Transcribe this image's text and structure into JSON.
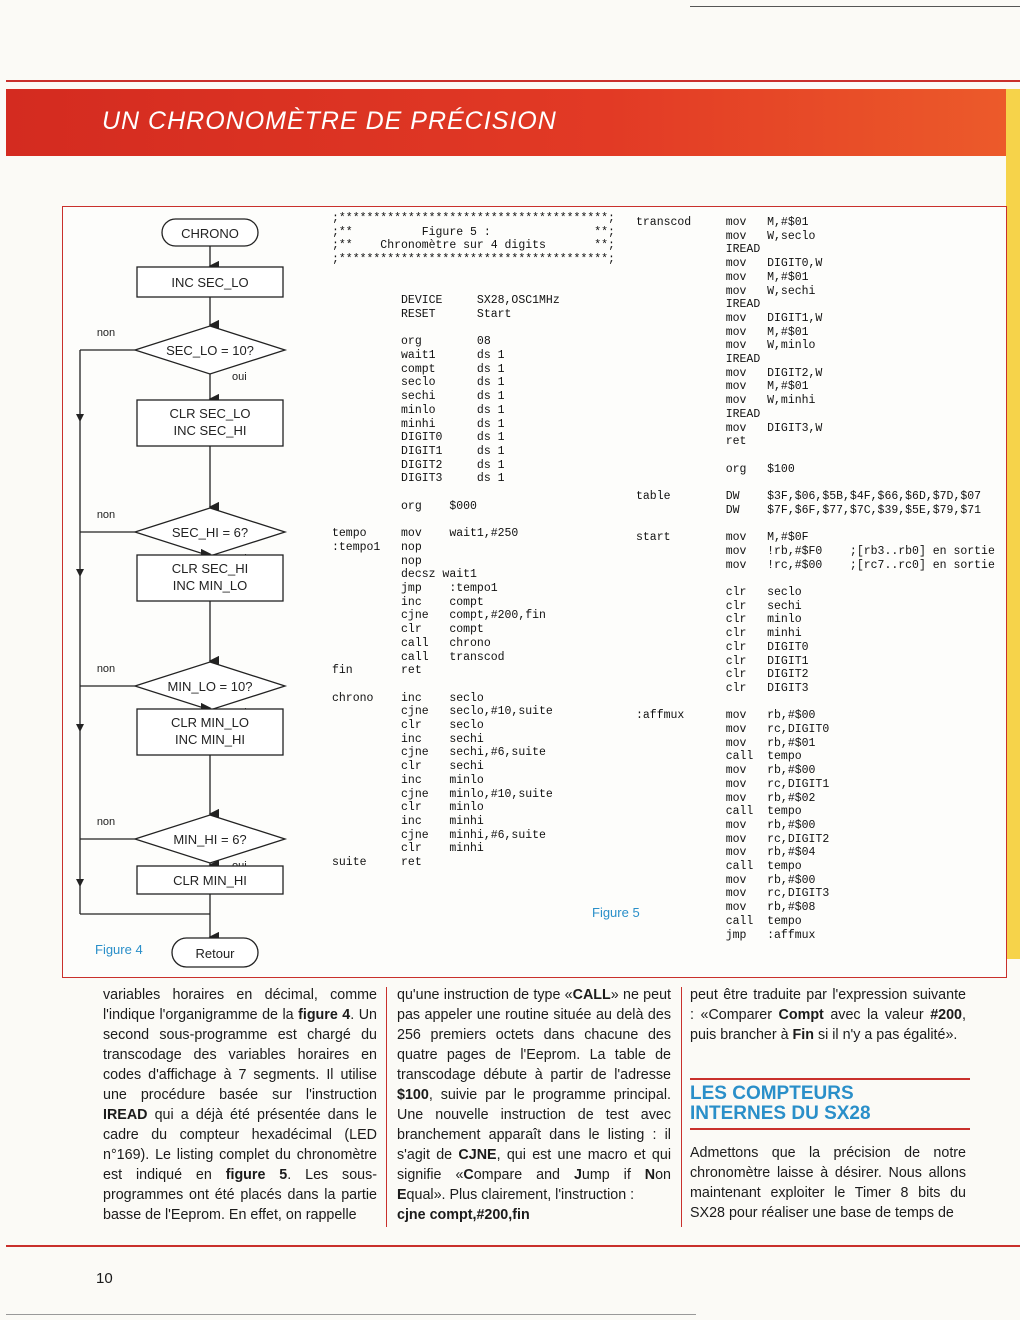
{
  "header": {
    "title": "UN CHRONOMÈTRE DE PRÉCISION"
  },
  "figure4": {
    "caption": "Figure 4",
    "start": "CHRONO",
    "end": "Retour",
    "steps": [
      {
        "action": [
          "INC SEC_LO"
        ],
        "test": "SEC_LO = 10?"
      },
      {
        "action": [
          "CLR SEC_LO",
          "INC SEC_HI"
        ],
        "test": "SEC_HI = 6?"
      },
      {
        "action": [
          "CLR SEC_HI",
          "INC MIN_LO"
        ],
        "test": "MIN_LO = 10?"
      },
      {
        "action": [
          "CLR MIN_LO",
          "INC MIN_HI"
        ],
        "test": "MIN_HI = 6?"
      }
    ],
    "last_action": "CLR MIN_HI",
    "yes_label": "oui",
    "no_label": "non"
  },
  "figure5": {
    "caption": "Figure 5",
    "col1": [
      ";***************************************;",
      ";**          Figure 5 :               **;",
      ";**    Chronomètre sur 4 digits       **;",
      ";***************************************;",
      "",
      "",
      "          DEVICE     SX28,OSC1MHz",
      "          RESET      Start",
      "",
      "          org        08",
      "          wait1      ds 1",
      "          compt      ds 1",
      "          seclo      ds 1",
      "          sechi      ds 1",
      "          minlo      ds 1",
      "          minhi      ds 1",
      "          DIGIT0     ds 1",
      "          DIGIT1     ds 1",
      "          DIGIT2     ds 1",
      "          DIGIT3     ds 1",
      "",
      "          org    $000",
      "",
      "tempo     mov    wait1,#250",
      ":tempo1   nop",
      "          nop",
      "          decsz wait1",
      "          jmp    :tempo1",
      "          inc    compt",
      "          cjne   compt,#200,fin",
      "          clr    compt",
      "          call   chrono",
      "          call   transcod",
      "fin       ret",
      "",
      "chrono    inc    seclo",
      "          cjne   seclo,#10,suite",
      "          clr    seclo",
      "          inc    sechi",
      "          cjne   sechi,#6,suite",
      "          clr    sechi",
      "          inc    minlo",
      "          cjne   minlo,#10,suite",
      "          clr    minlo",
      "          inc    minhi",
      "          cjne   minhi,#6,suite",
      "          clr    minhi",
      "suite     ret"
    ],
    "col2": [
      "transcod     mov   M,#$01",
      "             mov   W,seclo",
      "             IREAD",
      "             mov   DIGIT0,W",
      "             mov   M,#$01",
      "             mov   W,sechi",
      "             IREAD",
      "             mov   DIGIT1,W",
      "             mov   M,#$01",
      "             mov   W,minlo",
      "             IREAD",
      "             mov   DIGIT2,W",
      "             mov   M,#$01",
      "             mov   W,minhi",
      "             IREAD",
      "             mov   DIGIT3,W",
      "             ret",
      "",
      "             org   $100",
      "",
      "table        DW    $3F,$06,$5B,$4F,$66,$6D,$7D,$07",
      "             DW    $7F,$6F,$77,$7C,$39,$5E,$79,$71",
      "",
      "start        mov   M,#$0F",
      "             mov   !rb,#$F0    ;[rb3..rb0] en sortie",
      "             mov   !rc,#$00    ;[rc7..rc0] en sortie",
      "",
      "             clr   seclo",
      "             clr   sechi",
      "             clr   minlo",
      "             clr   minhi",
      "             clr   DIGIT0",
      "             clr   DIGIT1",
      "             clr   DIGIT2",
      "             clr   DIGIT3",
      "",
      ":affmux      mov   rb,#$00",
      "             mov   rc,DIGIT0",
      "             mov   rb,#$01",
      "             call  tempo",
      "             mov   rb,#$00",
      "             mov   rc,DIGIT1",
      "             mov   rb,#$02",
      "             call  tempo",
      "             mov   rb,#$00",
      "             mov   rc,DIGIT2",
      "             mov   rb,#$04",
      "             call  tempo",
      "             mov   rb,#$00",
      "             mov   rc,DIGIT3",
      "             mov   rb,#$08",
      "             call  tempo",
      "             jmp   :affmux"
    ]
  },
  "body": {
    "col1": [
      {
        "t": "variables horaires en décimal, comme l'indique l'organigramme de la "
      },
      {
        "t": "figure 4",
        "b": true
      },
      {
        "t": ". Un second sous-programme est chargé du transcodage des variables horaires en codes d'affichage à 7 segments. Il utilise une procédure basée sur l'instruction "
      },
      {
        "t": "IREAD",
        "b": true
      },
      {
        "t": " qui a déjà été présentée dans le cadre du compteur hexadécimal (LED n°169). Le listing complet du chronomètre est indiqué en "
      },
      {
        "t": "figure 5",
        "b": true
      },
      {
        "t": ". Les sous-programmes ont été placés dans la partie basse de l'Eeprom. En effet, on rappelle"
      }
    ],
    "col2": [
      {
        "t": "qu'une instruction de type «"
      },
      {
        "t": "CALL",
        "b": true
      },
      {
        "t": "» ne peut pas appeler une routine située au delà des 256 premiers octets dans chacune des quatre pages de l'Eeprom. La table de transcodage débute à partir de l'adresse "
      },
      {
        "t": "$100",
        "b": true
      },
      {
        "t": ", suivie par le programme principal. Une nouvelle instruction de test avec branchement apparaît dans le listing : il s'agit de "
      },
      {
        "t": "CJNE",
        "b": true
      },
      {
        "t": ", qui est une macro et qui signifie «"
      },
      {
        "t": "C",
        "b": true
      },
      {
        "t": "ompare and "
      },
      {
        "t": "J",
        "b": true
      },
      {
        "t": "ump if "
      },
      {
        "t": "N",
        "b": true
      },
      {
        "t": "on "
      },
      {
        "t": "E",
        "b": true
      },
      {
        "t": "qual». Plus clairement, l'instruction :"
      }
    ],
    "col2_code": "cjne        compt,#200,fin",
    "col3": [
      {
        "t": "peut être traduite par l'expression suivante : «Comparer "
      },
      {
        "t": "Compt",
        "b": true
      },
      {
        "t": " avec la valeur "
      },
      {
        "t": "#200",
        "b": true
      },
      {
        "t": ", puis brancher à "
      },
      {
        "t": "Fin",
        "b": true
      },
      {
        "t": " si il n'y a pas égalité»."
      }
    ],
    "section_title_1": "LES COMPTEURS",
    "section_title_2": "INTERNES DU SX28",
    "col3b": "Admettons que la précision de notre chronomètre laisse à désirer. Nous allons maintenant exploiter le Timer 8 bits du SX28 pour réaliser une base de temps de"
  },
  "footer": {
    "page": "10"
  }
}
